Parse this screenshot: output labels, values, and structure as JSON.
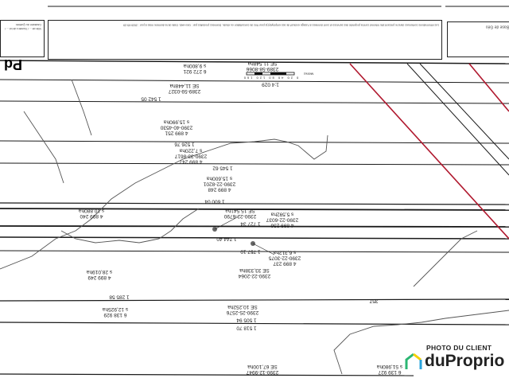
{
  "header": {
    "left_box_title": "Pd",
    "left_box_text": "Ville de ... / Numéro de lot ... / Cadastre du Québec",
    "notice_text": "Les informations contenues dans le présent site Internet sont la propriété des services et sont données à l'usage exclusif de ses employé(e)s pour fins de consultation ou étude. Données produites par : Géo-web. Date de la dernière mise à jour : 2020-05-29",
    "right_box_title": "Base de Géo",
    "scale_label": "1:4 029",
    "scale_unit": "Mètres",
    "scale_ticks": [
      "0",
      "20",
      "40",
      "80",
      "120",
      "160"
    ]
  },
  "lots": [
    {
      "lines": [
        "6 272 921",
        "s 9,800ha"
      ]
    },
    {
      "lines": [
        "2389-58-8066",
        "SE 11,548ha"
      ]
    },
    {
      "lines": [
        "2389-59-0327",
        "SE 11,448ha"
      ]
    },
    {
      "lines": [
        "1 542 05"
      ]
    },
    {
      "lines": [
        "4 899 251",
        "2390-40-4530",
        "s 15,990ha"
      ]
    },
    {
      "lines": [
        "1 526 76"
      ]
    },
    {
      "lines": [
        "4 899 247",
        "2390-33-8617",
        "s 7,220ha"
      ]
    },
    {
      "lines": [
        "1 545 62"
      ]
    },
    {
      "lines": [
        "4 899 248",
        "2390-22-8201",
        "s 15,600ha"
      ]
    },
    {
      "lines": [
        "1 600 04"
      ]
    },
    {
      "lines": [
        "4 899 240",
        "s 10,880ha"
      ]
    },
    {
      "lines": [
        "2390-22-6790",
        "SE 15,541ha"
      ]
    },
    {
      "lines": [
        "4 899 236",
        "2390-22-6037",
        "s 5,592ha"
      ]
    },
    {
      "lines": [
        "1 727 34"
      ]
    },
    {
      "lines": [
        "1 744 40"
      ]
    },
    {
      "lines": [
        "1 757 10"
      ]
    },
    {
      "lines": [
        "4 899 237",
        "2390-22-3075",
        "s 6,312ha"
      ]
    },
    {
      "lines": [
        "2390-22-2064",
        "SE 33,338ha"
      ]
    },
    {
      "lines": [
        "4 899 249",
        "s 28,019ha"
      ]
    },
    {
      "lines": [
        "6 138 929",
        "s 12,925ha"
      ]
    },
    {
      "lines": [
        "1 285 58"
      ]
    },
    {
      "lines": [
        "357"
      ]
    },
    {
      "lines": [
        "2390-25-2576",
        "SE 10,252ha"
      ]
    },
    {
      "lines": [
        "1 505 94"
      ]
    },
    {
      "lines": [
        "1 518 70"
      ]
    },
    {
      "lines": [
        "2390-12-9947",
        "SE 67,100ha"
      ]
    },
    {
      "lines": [
        "6 139 927",
        "s 51,980ha"
      ]
    }
  ],
  "watermark": {
    "caption": "PHOTO DU CLIENT",
    "brand": "duProprio"
  },
  "colors": {
    "boundary": "#b0182e",
    "line": "#1a1a1a",
    "stream": "#555555"
  }
}
